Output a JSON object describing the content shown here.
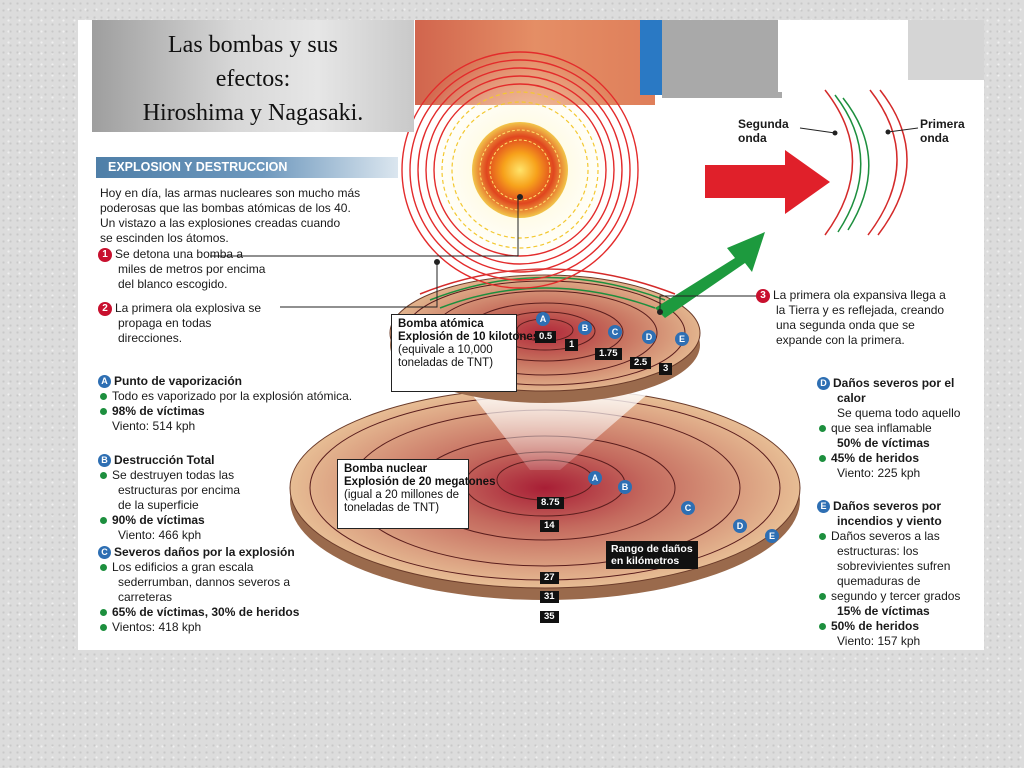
{
  "title": {
    "line1": "Las bombas y sus",
    "line2": "efectos:",
    "line3": "Hiroshima y Nagasaki."
  },
  "section_header": "EXPLOSION Y DESTRUCCION",
  "intro": [
    "Hoy en día, las armas nucleares son mucho más",
    "poderosas que las bombas atómicas de los 40.",
    "Un vistazo a las explosiones creadas cuando",
    "se escinden los átomos."
  ],
  "steps": [
    {
      "num": "1",
      "lines": [
        "Se detona una bomba a",
        "miles de metros por encima",
        "del blanco escogido."
      ]
    },
    {
      "num": "2",
      "lines": [
        "La primera ola explosiva se",
        "propaga en todas",
        "direcciones."
      ]
    },
    {
      "num": "3",
      "lines": [
        "La primera ola expansiva llega a",
        "la Tierra y es reflejada, creando",
        "una segunda onda que se",
        "expande con la primera."
      ]
    }
  ],
  "wave_labels": {
    "second": [
      "Segunda",
      "onda"
    ],
    "first": [
      "Primera",
      "onda"
    ]
  },
  "zones_left": [
    {
      "letter": "A",
      "title": "Punto de vaporización",
      "bullets": [
        {
          "text": "Todo es vaporizado por la explosión atómica.",
          "dot": true
        },
        {
          "text": "98% de víctimas",
          "dot": true,
          "bold": true
        },
        {
          "text": "Viento: 514 kph",
          "dot": false
        }
      ]
    },
    {
      "letter": "B",
      "title": "Destrucción Total",
      "bullets": [
        {
          "text": "Se destruyen todas las",
          "dot": true
        },
        {
          "text": "estructuras por encima",
          "dot": false
        },
        {
          "text": "de la superficie",
          "dot": false
        },
        {
          "text": "90% de víctimas",
          "dot": true,
          "bold": true
        },
        {
          "text": "Viento: 466 kph",
          "dot": false
        }
      ]
    },
    {
      "letter": "C",
      "title": "Severos daños por la explosión",
      "bullets": [
        {
          "text": "Los edificios a gran escala",
          "dot": true
        },
        {
          "text": "sederrumban, dannos severos a",
          "dot": false
        },
        {
          "text": "carreteras",
          "dot": false
        },
        {
          "text": "65% de víctimas, 30% de heridos",
          "dot": true,
          "bold": true
        },
        {
          "text": "Vientos: 418 kph",
          "dot": true
        }
      ]
    }
  ],
  "zones_right": [
    {
      "letter": "D",
      "title_lines": [
        "Daños severos por el",
        "calor"
      ],
      "bullets": [
        {
          "text": "Se quema todo aquello",
          "dot": false
        },
        {
          "text": "que sea inflamable",
          "dot": true
        },
        {
          "text": "50% de víctimas",
          "dot": false,
          "bold": true
        },
        {
          "text": "45% de heridos",
          "dot": true,
          "bold": true
        },
        {
          "text": "Viento: 225 kph",
          "dot": false
        }
      ]
    },
    {
      "letter": "E",
      "title_lines": [
        "Daños severos por",
        "incendios y viento"
      ],
      "bullets": [
        {
          "text": "Daños severos a las",
          "dot": true
        },
        {
          "text": "estructuras: los",
          "dot": false
        },
        {
          "text": "sobrevivientes sufren",
          "dot": false
        },
        {
          "text": "quemaduras de",
          "dot": false
        },
        {
          "text": "segundo y tercer grados",
          "dot": true
        },
        {
          "text": "15% de víctimas",
          "dot": false,
          "bold": true
        },
        {
          "text": "50% de heridos",
          "dot": true,
          "bold": true
        },
        {
          "text": "Viento: 157 kph",
          "dot": false
        }
      ]
    }
  ],
  "callout_atomic": {
    "title_lines": [
      "Bomba atómica",
      "Explosión de 10 kilotones"
    ],
    "note_lines": [
      "(equivale a 10,000",
      "toneladas de TNT)"
    ]
  },
  "callout_nuclear": {
    "title_lines": [
      "Bomba nuclear",
      "Explosión de 20 megatones"
    ],
    "note_lines": [
      "(igual a 20 millones de",
      "toneladas de TNT)"
    ]
  },
  "scale_small": [
    "0.5",
    "1",
    "1.75",
    "2.5",
    "3"
  ],
  "scale_large": [
    "8.75",
    "14",
    "27",
    "31",
    "35"
  ],
  "ring_letters": [
    "A",
    "B",
    "C",
    "D",
    "E"
  ],
  "range_label": [
    "Rango de daños",
    "en kilómetros"
  ],
  "colors": {
    "step_red": "#c8102e",
    "zone_blue": "#2e6fb3",
    "bullet_green": "#1d8f3e",
    "header_blue": "#4f7fa8"
  }
}
